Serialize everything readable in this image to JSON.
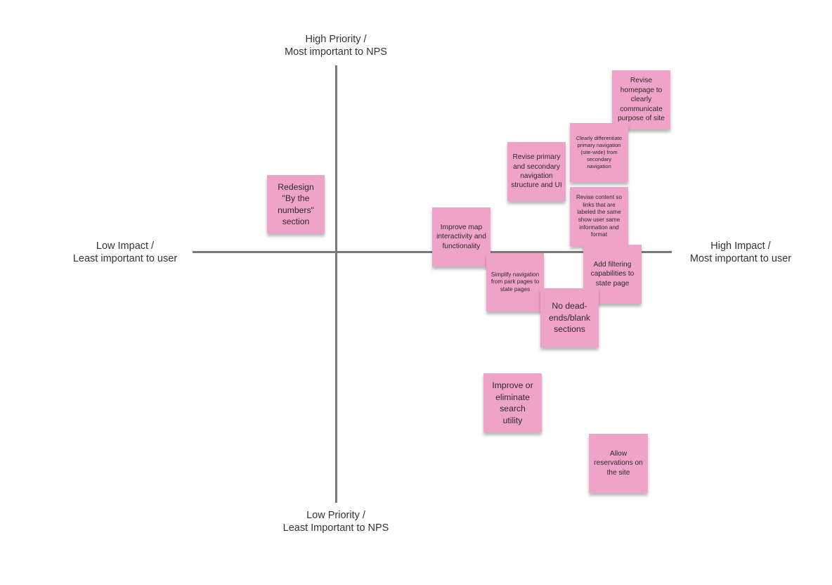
{
  "axes": {
    "top": {
      "line1": "High Priority /",
      "line2": "Most important to NPS"
    },
    "bottom": {
      "line1": "Low Priority /",
      "line2": "Least Important to NPS"
    },
    "left": {
      "line1": "Low Impact /",
      "line2": "Least important to user"
    },
    "right": {
      "line1": "High Impact /",
      "line2": "Most important to user"
    }
  },
  "note_color": "#efa3c8",
  "notes": {
    "redesign_by_the_numbers": "Redesign \"By the numbers\" section",
    "revise_homepage": "Revise homepage to clearly communicate purpose of site",
    "clearly_differentiate_navigation": "Clearly differentiate primary navigation (site-wide) from secondary navigation",
    "revise_navigation_structure": "Revise primary and secondary navigation structure and UI",
    "revise_content_links": "Revise content so links that are labeled the same show user same information and format",
    "improve_map": "Improve map interactivity and functionality",
    "simplify_navigation": "Simplify navigation from park pages to state pages",
    "add_filtering": "Add filtering capabilities to state page",
    "no_dead_ends": "No dead-ends/blank sections",
    "improve_search": "Improve or eliminate search utility",
    "allow_reservations": "Allow reservations on the site"
  }
}
